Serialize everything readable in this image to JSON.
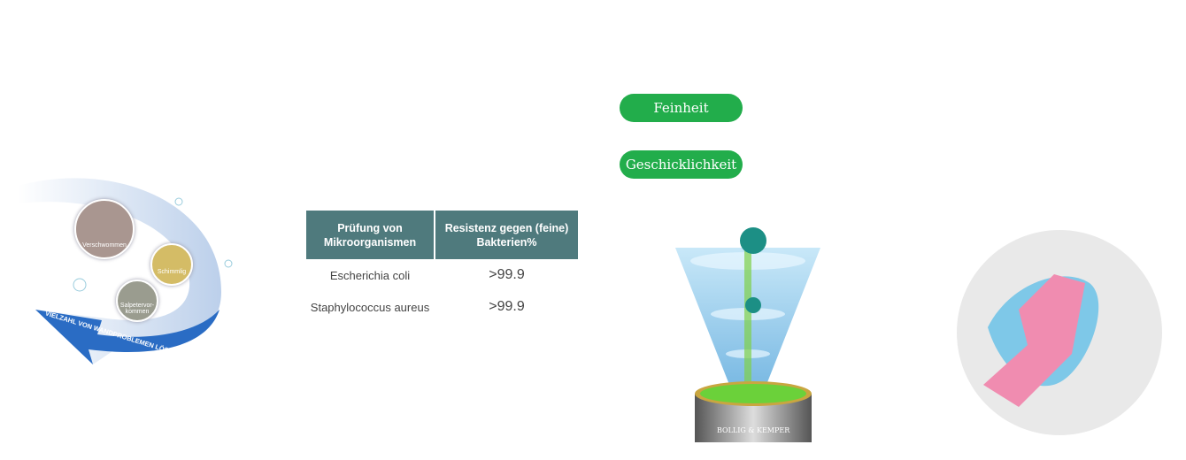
{
  "wall_problems": {
    "items": [
      "Verschwommen",
      "Schimmlig",
      "Salpetervor-kommen"
    ],
    "arrow_text": "VIELZAHL VON WANDPROBLEMEN LÖSEN"
  },
  "table": {
    "headers": [
      "Prüfung von Mikroorganismen",
      "Resistenz gegen (feine) Bakterien%"
    ],
    "rows": [
      [
        "Escherichia coli",
        ">99.9"
      ],
      [
        "Staphylococcus aureus",
        ">99.9"
      ]
    ]
  },
  "badges": {
    "fineness": "Feinheit",
    "dexterity": "Geschicklichkeit"
  },
  "paint_can": {
    "brand": "BOLLIG & KEMPER"
  }
}
